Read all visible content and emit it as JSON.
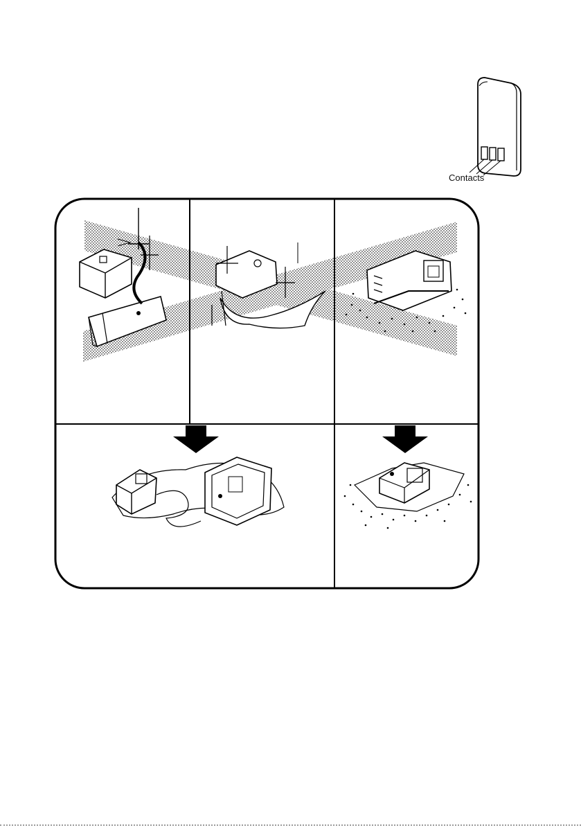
{
  "battery_figure": {
    "contacts_label": "Contacts"
  },
  "panels": [
    {
      "id": "wet-hazard",
      "status": "prohibited"
    },
    {
      "id": "liquid-spill",
      "status": "prohibited"
    },
    {
      "id": "sand-hazard",
      "status": "prohibited"
    },
    {
      "id": "dry-cloth",
      "status": "recommended"
    },
    {
      "id": "cloth-protection",
      "status": "recommended"
    }
  ]
}
